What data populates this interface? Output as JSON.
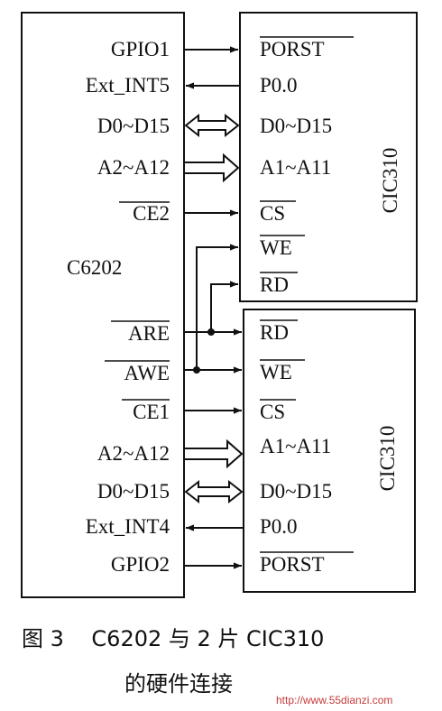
{
  "c6202": {
    "label": "C6202"
  },
  "cic_top": {
    "name": "CIC310",
    "pins": {
      "porst": "PORST",
      "p00": "P0.0",
      "data": "D0~D15",
      "addr": "A1~A11",
      "cs": "CS",
      "we": "WE",
      "rd": "RD"
    }
  },
  "cic_bottom": {
    "name": "CIC310",
    "pins": {
      "rd": "RD",
      "we": "WE",
      "cs": "CS",
      "addr": "A1~A11",
      "data": "D0~D15",
      "p00": "P0.0",
      "porst": "PORST"
    }
  },
  "c6202_signals": {
    "gpio1": "GPIO1",
    "ext_int5": "Ext_INT5",
    "data_top": "D0~D15",
    "addr_top": "A2~A12",
    "ce2": "CE2",
    "are": "ARE",
    "awe": "AWE",
    "ce1": "CE1",
    "addr_bottom": "A2~A12",
    "data_bottom": "D0~D15",
    "ext_int4": "Ext_INT4",
    "gpio2": "GPIO2"
  },
  "caption": {
    "line1": "图 3    C6202 与 2 片 CIC310",
    "line2": "的硬件连接"
  },
  "watermark": "http://www.55dianzi.com"
}
